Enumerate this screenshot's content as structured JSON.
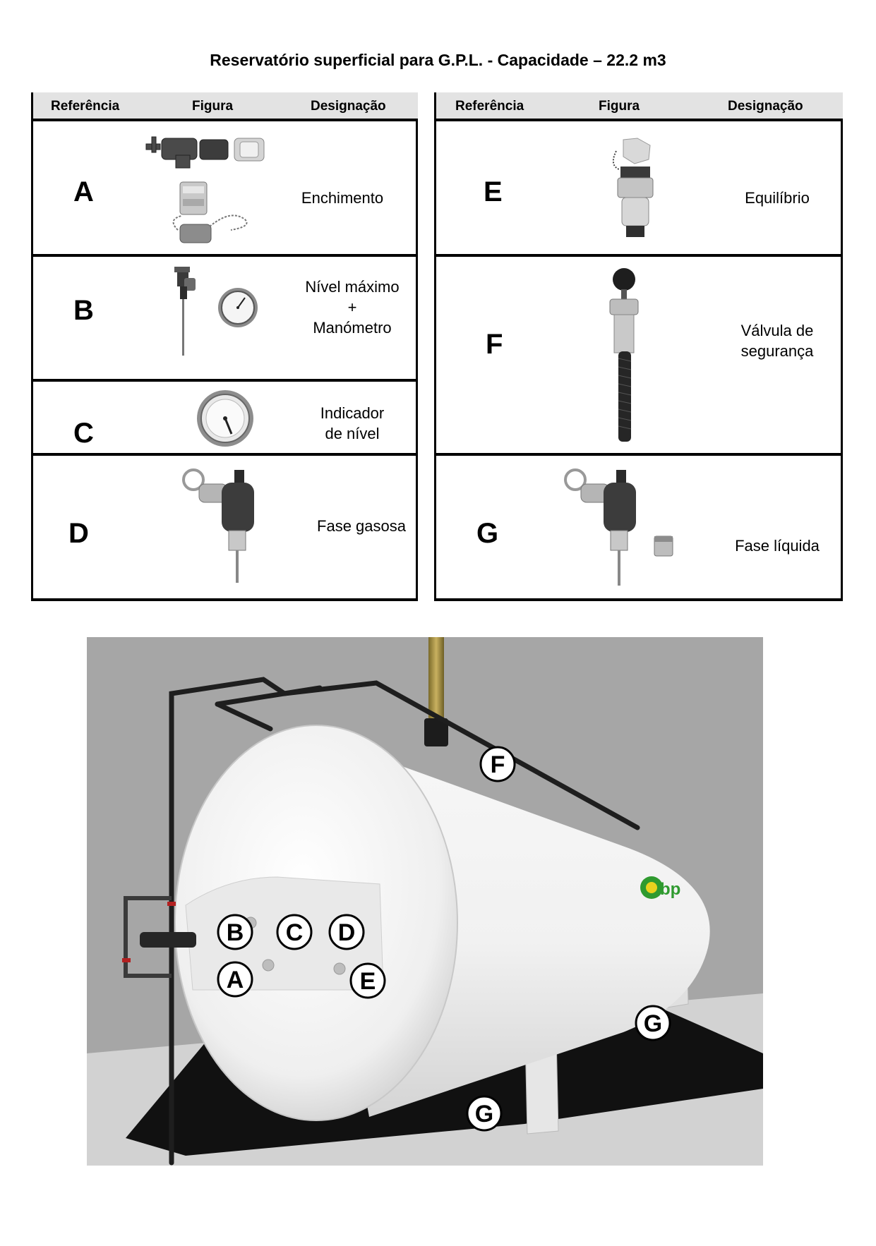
{
  "title": "Reservatório superficial para G.P.L. - Capacidade – 22.2 m3",
  "table_headers": {
    "ref": "Referência",
    "fig": "Figura",
    "desig": "Designação"
  },
  "left_rows": [
    {
      "ref": "A",
      "desig": [
        "Enchimento"
      ]
    },
    {
      "ref": "B",
      "desig": [
        "Nível máximo",
        "+",
        "Manómetro"
      ]
    },
    {
      "ref": "C",
      "desig": [
        "Indicador",
        "de nível"
      ]
    },
    {
      "ref": "D",
      "desig": [
        "Fase gasosa"
      ]
    }
  ],
  "right_rows": [
    {
      "ref": "E",
      "desig": [
        "Equilíbrio"
      ]
    },
    {
      "ref": "F",
      "desig": [
        "Válvula de",
        "segurança"
      ]
    },
    {
      "ref": "G",
      "desig": [
        "Fase líquida"
      ]
    }
  ],
  "diagram": {
    "markers": {
      "a": "A",
      "b": "B",
      "c": "C",
      "d": "D",
      "e": "E",
      "f": "F",
      "g1": "G",
      "g2": "G"
    },
    "logo": "bp"
  },
  "colors": {
    "bg": "#a6a6a6",
    "ground": "#d2d2d2",
    "tank": "#f2f2f2",
    "pipe": "#1e1e1e",
    "logo_green": "#2f9a2f",
    "logo_yellow": "#e8d21e"
  }
}
